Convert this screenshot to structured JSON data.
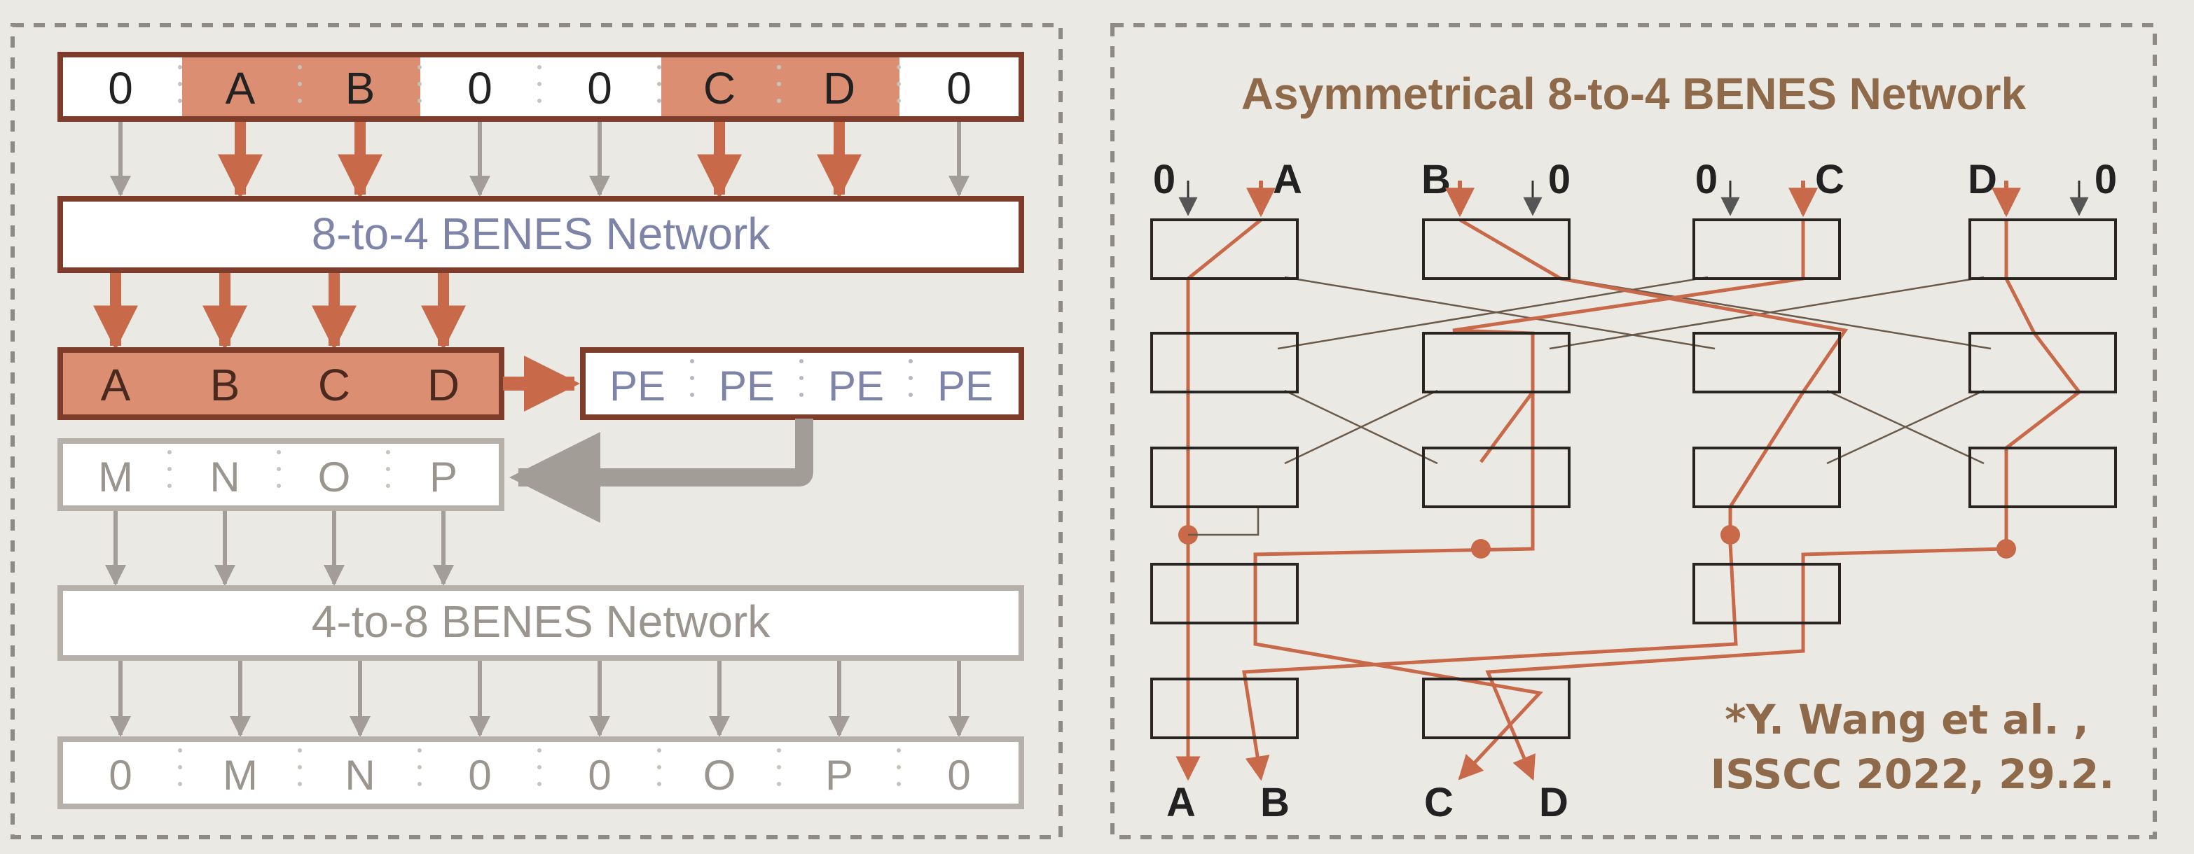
{
  "colors": {
    "background": "#ebe9e3",
    "accent": "#c8694a",
    "accent_fill": "#dc8e72",
    "accent_dark": "#7e3d2a",
    "gray_line": "#a29d96",
    "gray_text": "#9a958e",
    "blue_text": "#7e83a8",
    "dashed_border": "#8e8a85",
    "title_brown": "#8e6a4a"
  },
  "left_panel": {
    "input_row": [
      "0",
      "A",
      "B",
      "0",
      "0",
      "C",
      "D",
      "0"
    ],
    "network_8to4_label": "8-to-4 BENES Network",
    "compressed_row": [
      "A",
      "B",
      "C",
      "D"
    ],
    "pe_row": [
      "PE",
      "PE",
      "PE",
      "PE"
    ],
    "result_row": [
      "M",
      "N",
      "O",
      "P"
    ],
    "network_4to8_label": "4-to-8 BENES Network",
    "output_row": [
      "0",
      "M",
      "N",
      "0",
      "0",
      "O",
      "P",
      "0"
    ]
  },
  "right_panel": {
    "title": "Asymmetrical 8-to-4 BENES Network",
    "inputs": [
      "0",
      "A",
      "B",
      "0",
      "0",
      "C",
      "D",
      "0"
    ],
    "outputs": [
      "A",
      "B",
      "C",
      "D"
    ],
    "citation_line1": "*Y. Wang et al. ,",
    "citation_line2": "ISSCC 2022, 29.2."
  }
}
